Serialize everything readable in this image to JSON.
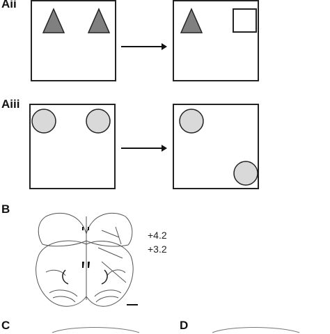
{
  "panels": {
    "aii": {
      "label": "Aii"
    },
    "aiii": {
      "label": "Aiii"
    },
    "b": {
      "label": "B",
      "coords": [
        "+4.2",
        "+3.2"
      ]
    },
    "c": {
      "label": "C"
    },
    "d": {
      "label": "D"
    }
  },
  "colors": {
    "triangle_fill": "#808080",
    "circle_fill": "#d9d9d9",
    "stroke": "#222222"
  }
}
